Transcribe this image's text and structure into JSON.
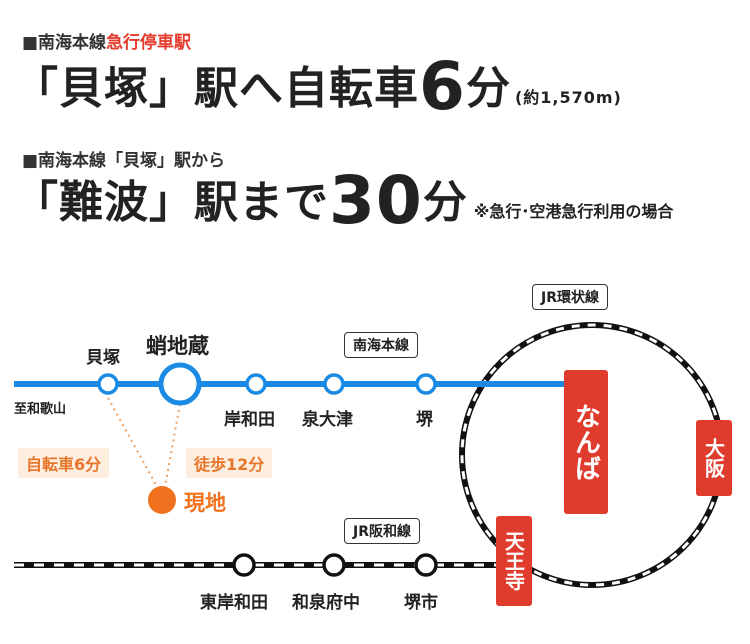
{
  "header1": {
    "prefix": "■南海本線",
    "accent": "急行停車駅"
  },
  "headline1": {
    "text": "「貝塚」駅へ自転車",
    "number": "6",
    "unit": "分",
    "note": "(約1,570m)"
  },
  "header2": {
    "text": "■南海本線「貝塚」駅から"
  },
  "headline2": {
    "text": "「難波」駅まで",
    "number": "30",
    "unit": "分",
    "note": "※急行･空港急行利用の場合"
  },
  "map": {
    "line_nankai": "南海本線",
    "line_jr_hanwa": "JR阪和線",
    "line_jr_loop": "JR環状線",
    "to_wakayama": "至和歌山",
    "stations_top": [
      "貝塚",
      "蛸地蔵",
      "岸和田",
      "泉大津",
      "堺"
    ],
    "stations_bottom": [
      "東岸和田",
      "和泉府中",
      "堺市"
    ],
    "namba": "なんば",
    "osaka": "大阪",
    "tennoji": "天王寺",
    "site": "現地",
    "bike_time": "自転車6分",
    "walk_time": "徒歩12分"
  },
  "colors": {
    "nankai_blue": "#1a8ae5",
    "accent_red": "#e03c2e",
    "site_orange": "#f0721e"
  }
}
